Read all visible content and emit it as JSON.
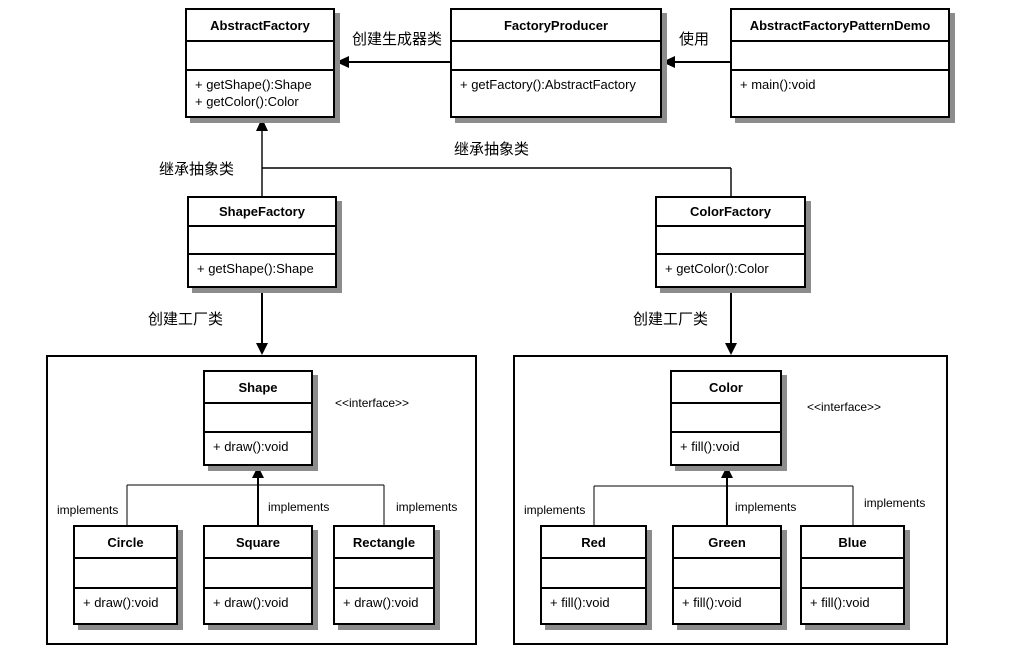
{
  "colors": {
    "line": "#000000",
    "box_border": "#000000",
    "box_fill": "#ffffff",
    "box_shadow": "#8c8c8c",
    "background": "#ffffff"
  },
  "edges": {
    "create_producer_label": "创建生成器类",
    "use_label": "使用",
    "inherit_abstract_left_label": "继承抽象类",
    "inherit_abstract_right_label": "继承抽象类",
    "create_factory_left_label": "创建工厂类",
    "create_factory_right_label": "创建工厂类"
  },
  "stereotypes": {
    "interface_left": "<<interface>>",
    "interface_right": "<<interface>>"
  },
  "implements_labels": {
    "circle": "implements",
    "square": "implements",
    "rectangle": "implements",
    "red": "implements",
    "green": "implements",
    "blue": "implements"
  },
  "classes": {
    "abstract_factory": {
      "name": "AbstractFactory",
      "methods": [
        "+ getShape():Shape",
        "+ getColor():Color"
      ]
    },
    "factory_producer": {
      "name": "FactoryProducer",
      "methods": [
        "+ getFactory():AbstractFactory"
      ]
    },
    "demo": {
      "name": "AbstractFactoryPatternDemo",
      "methods": [
        "+ main():void"
      ]
    },
    "shape_factory": {
      "name": "ShapeFactory",
      "methods": [
        "+ getShape():Shape"
      ]
    },
    "color_factory": {
      "name": "ColorFactory",
      "methods": [
        "+ getColor():Color"
      ]
    },
    "shape": {
      "name": "Shape",
      "methods": [
        "+ draw():void"
      ]
    },
    "circle": {
      "name": "Circle",
      "methods": [
        "+ draw():void"
      ]
    },
    "square": {
      "name": "Square",
      "methods": [
        "+ draw():void"
      ]
    },
    "rectangle": {
      "name": "Rectangle",
      "methods": [
        "+ draw():void"
      ]
    },
    "color": {
      "name": "Color",
      "methods": [
        "+ fill():void"
      ]
    },
    "red": {
      "name": "Red",
      "methods": [
        "+ fill():void"
      ]
    },
    "green": {
      "name": "Green",
      "methods": [
        "+ fill():void"
      ]
    },
    "blue": {
      "name": "Blue",
      "methods": [
        "+ fill():void"
      ]
    }
  }
}
